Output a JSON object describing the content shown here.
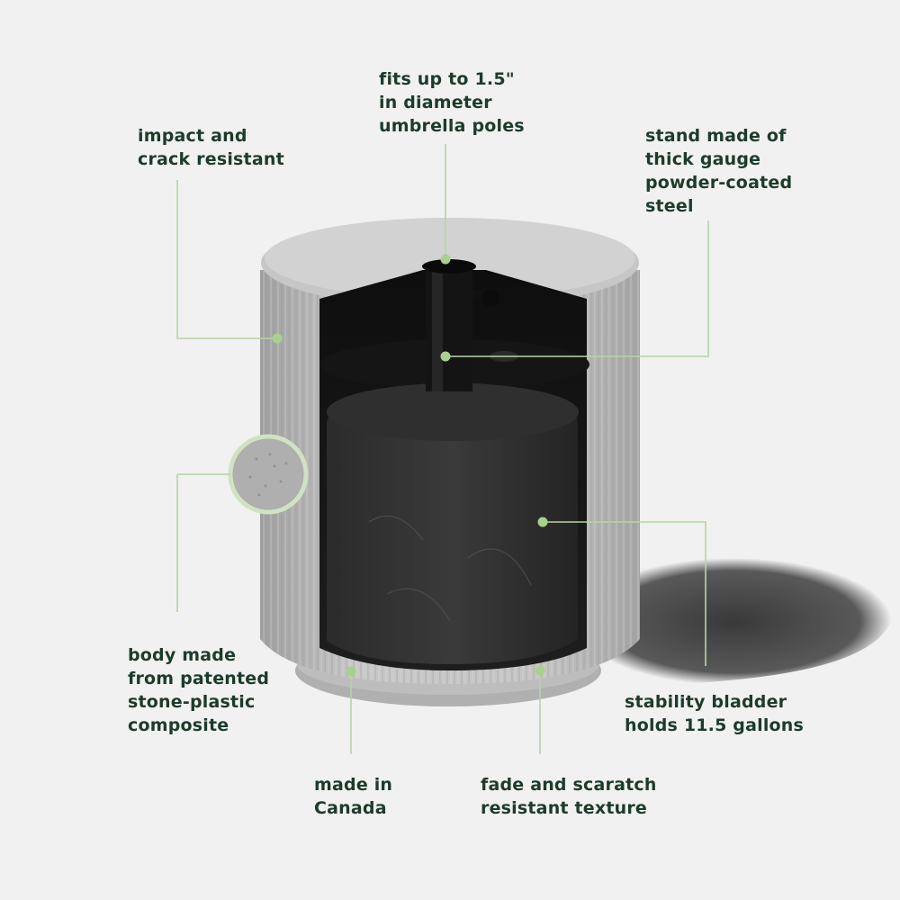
{
  "callouts": {
    "impact": {
      "lines": [
        "impact and",
        "crack resistant"
      ]
    },
    "fits": {
      "lines": [
        "fits up to 1.5\"",
        "in diameter",
        "umbrella poles"
      ]
    },
    "stand": {
      "lines": [
        "stand made of",
        "thick gauge",
        "powder-coated",
        "steel"
      ]
    },
    "body": {
      "lines": [
        "body made",
        "from patented",
        "stone-plastic",
        "composite"
      ]
    },
    "stability": {
      "lines": [
        "stability bladder",
        "holds 11.5 gallons"
      ]
    },
    "made": {
      "lines": [
        "made in",
        "Canada"
      ]
    },
    "fade": {
      "lines": [
        "fade and scaratch",
        "resistant texture"
      ]
    }
  },
  "colors": {
    "background": "#f1f1f1",
    "callout_text": "#1d3b2a",
    "leader_line": "#b6d6a3",
    "leader_dot": "#a9d08e",
    "stone": "#b8b8b8",
    "interior": "#1c1c1c"
  }
}
